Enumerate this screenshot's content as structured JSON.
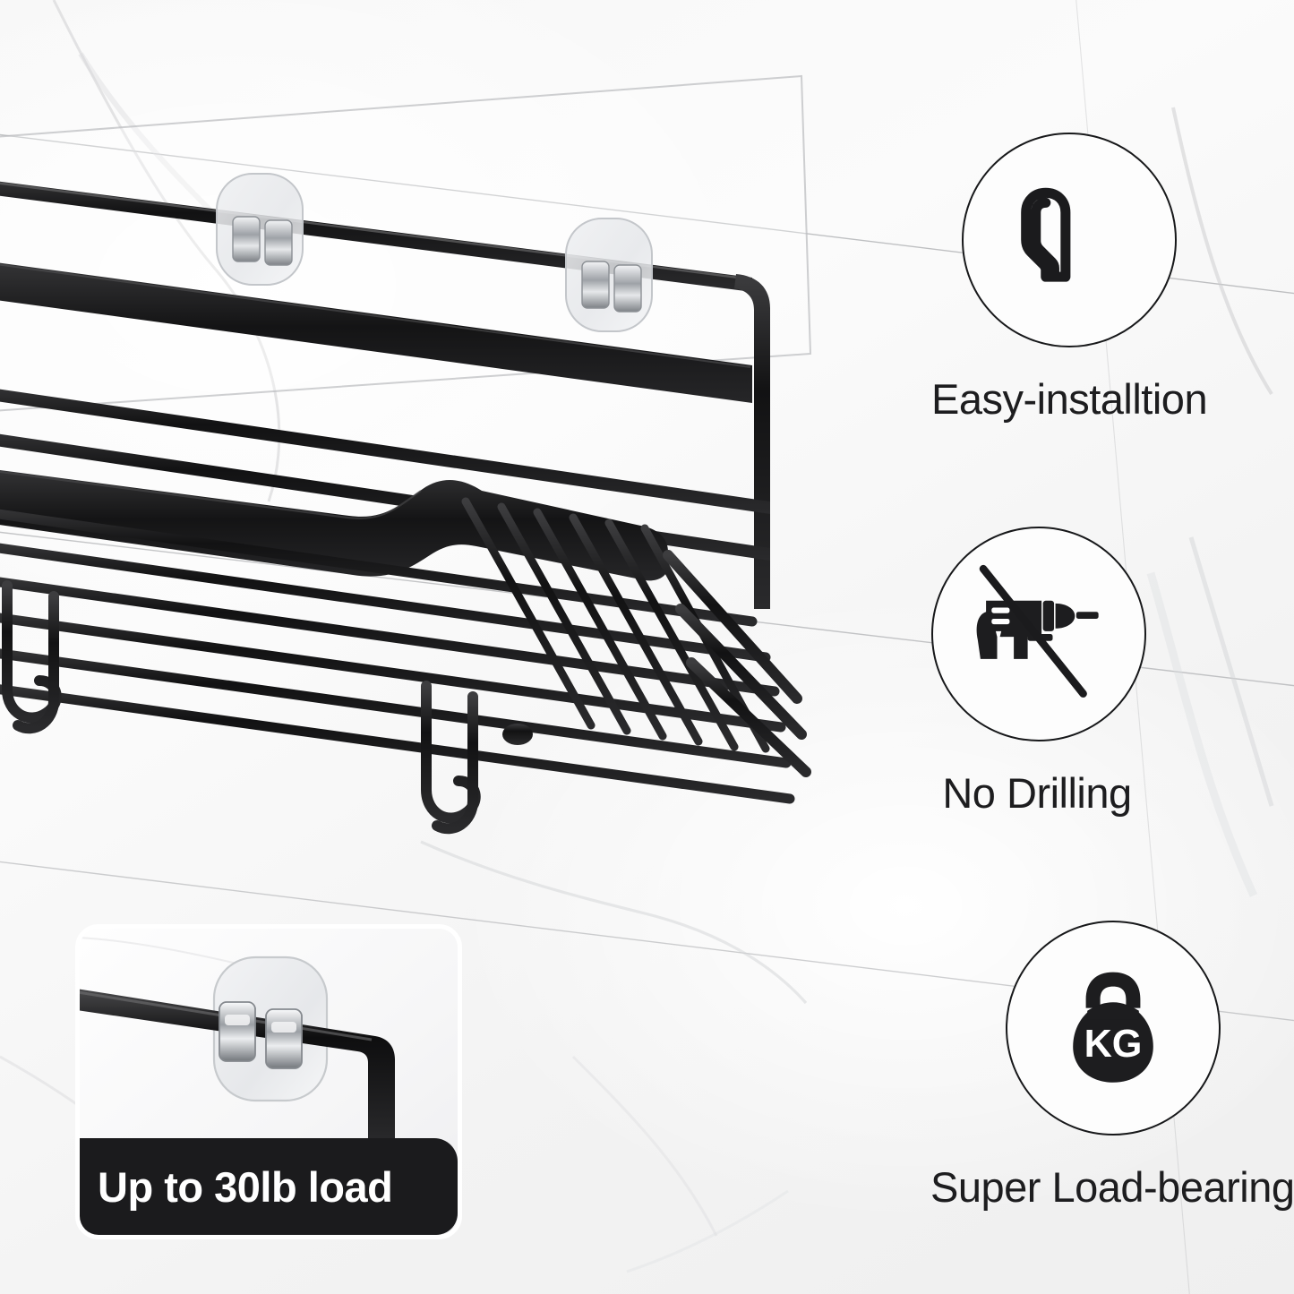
{
  "page": {
    "kind": "product-marketing-image",
    "background_color": "#f4f4f4",
    "marble_vein_color": "#c8c9cb",
    "accent_dark": "#1b1b1d",
    "text_color": "#1d1d1f"
  },
  "product": {
    "name": "adhesive-wire-shower-shelf",
    "frame_color": "#141414",
    "mount_pad_color": "#e9eaec",
    "clip_color": "#bfc2c6"
  },
  "features": [
    {
      "id": "easy-installation",
      "icon": "hands-icon",
      "label": "Easy-installtion",
      "circle_fill": "#fdfdfd",
      "circle_border": "#17181a"
    },
    {
      "id": "no-drilling",
      "icon": "no-drill-icon",
      "label": "No Drilling",
      "circle_fill": "#fdfdfd",
      "circle_border": "#17181a"
    },
    {
      "id": "super-load-bearing",
      "icon": "kettlebell-icon",
      "label": "Super Load-bearing",
      "icon_text": "KG",
      "circle_fill": "#fdfdfd",
      "circle_border": "#17181a"
    }
  ],
  "inset": {
    "id": "closeup-mount-detail",
    "banner_text": "Up to 30lb load",
    "banner_bg": "#1b1b1d",
    "banner_text_color": "#ffffff",
    "border_color": "#ffffff"
  }
}
